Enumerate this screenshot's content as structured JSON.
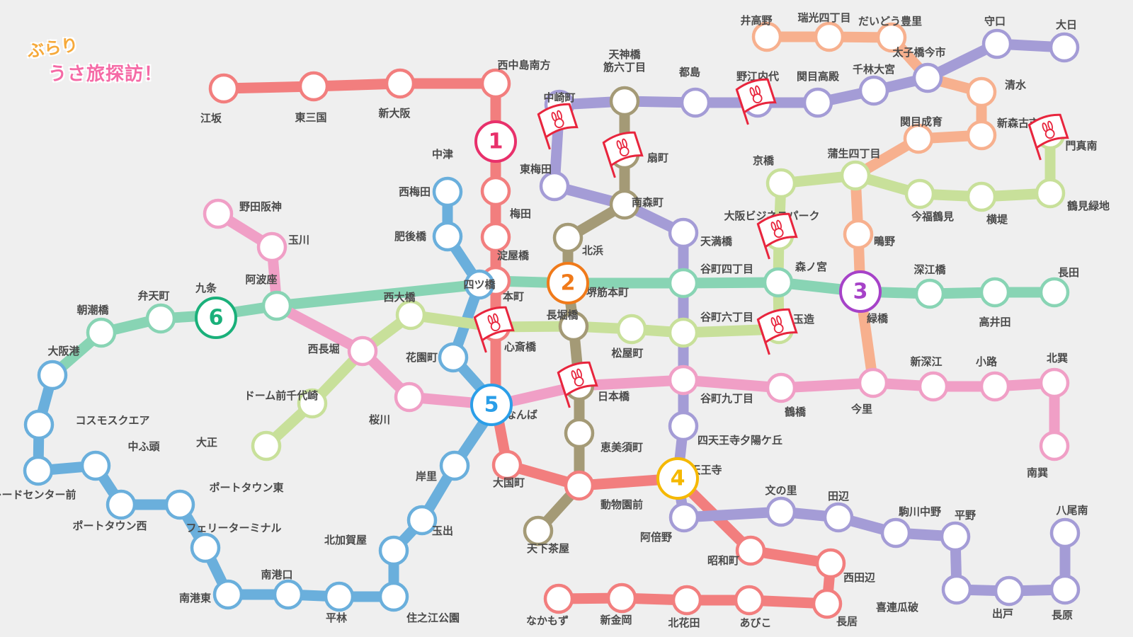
{
  "title": {
    "line1": "ぶらり",
    "line2": "うさ旅探訪！"
  },
  "colors": {
    "midosuji": "#f27e7e",
    "tanimachi": "#a49a76",
    "yotsubashi": "#6aafdc",
    "chuo": "#88d4b4",
    "sennichimae": "#f09fc6",
    "sakaisuji": "#a89b8c",
    "nagahori": "#c8e09a",
    "imazatosuji": "#f7b08e",
    "nanko": "#6aafdc",
    "purple": "#a49cd6",
    "orange": "#f7b08e",
    "flag": "#e8253d"
  },
  "badges": [
    {
      "num": "1",
      "color": "#e8306b"
    },
    {
      "num": "2",
      "color": "#f07a1a"
    },
    {
      "num": "3",
      "color": "#a642c8"
    },
    {
      "num": "4",
      "color": "#f5b800"
    },
    {
      "num": "5",
      "color": "#2a9ee8"
    },
    {
      "num": "6",
      "color": "#1ab07a"
    }
  ],
  "stations": [
    "江坂",
    "東三国",
    "新大阪",
    "西中島南方",
    "中津",
    "梅田",
    "淀屋橋",
    "本町",
    "心斎橋",
    "なんば",
    "大国町",
    "動物園前",
    "天王寺",
    "昭和町",
    "西田辺",
    "長居",
    "あびこ",
    "北花田",
    "新金岡",
    "なかもず",
    "天神橋筋六丁目",
    "扇町",
    "南森町",
    "北浜",
    "堺筋本町",
    "長堀橋",
    "日本橋",
    "恵美須町",
    "天下茶屋",
    "西梅田",
    "肥後橋",
    "四ツ橋",
    "花園町",
    "岸里",
    "玉出",
    "北加賀屋",
    "住之江公園",
    "平林",
    "南港口",
    "南港東",
    "フェリーターミナル",
    "ポートタウン東",
    "ポートタウン西",
    "中ふ頭",
    "トレードセンター前",
    "コスモスクエア",
    "大阪港",
    "朝潮橋",
    "弁天町",
    "九条",
    "阿波座",
    "野田阪神",
    "玉川",
    "西長堀",
    "桜川",
    "西大橋",
    "ドーム前千代崎",
    "大正",
    "松屋町",
    "玉造",
    "森ノ宮",
    "大阪ビジネスパーク",
    "京橋",
    "蒲生四丁目",
    "今福鶴見",
    "横堤",
    "鶴見緑地",
    "門真南",
    "谷町四丁目",
    "深江橋",
    "緑橋",
    "高井田",
    "長田",
    "谷町六丁目",
    "谷町九丁目",
    "鶴橋",
    "今里",
    "新深江",
    "小路",
    "北巽",
    "南巽",
    "中崎町",
    "東梅田",
    "天満橋",
    "四天王寺夕陽ケ丘",
    "阿倍野",
    "文の里",
    "田辺",
    "駒川中野",
    "平野",
    "喜連瓜破",
    "出戸",
    "長原",
    "八尾南",
    "都島",
    "野江内代",
    "関目高殿",
    "千林大宮",
    "太子橋今市",
    "守口",
    "大日",
    "井高野",
    "瑞光四丁目",
    "だいどう豊里",
    "清水",
    "新森古市",
    "関目成育",
    "鴫野"
  ]
}
